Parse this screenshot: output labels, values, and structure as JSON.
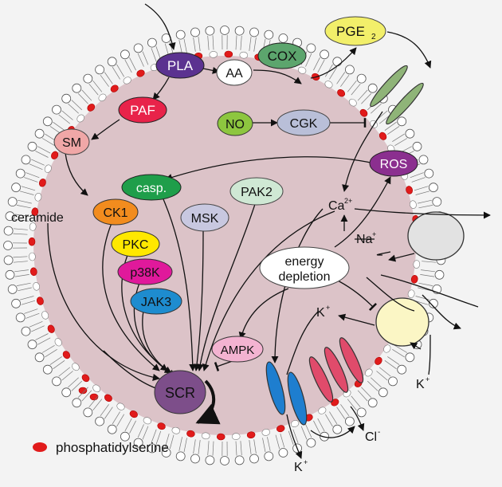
{
  "nodes": {
    "pla": "PLA",
    "aa": "AA",
    "cox": "COX",
    "pge2_main": "PGE",
    "pge2_sub": "2",
    "paf": "PAF",
    "sm": "SM",
    "no": "NO",
    "cgk": "CGK",
    "ros": "ROS",
    "casp": "casp.",
    "pak2": "PAK2",
    "ceramide": "ceramide",
    "ck1": "CK1",
    "msk": "MSK",
    "pkc": "PKC",
    "p38k": "p38K",
    "jak3": "JAK3",
    "ampk": "AMPK",
    "scr": "SCR",
    "energy_line1": "energy",
    "energy_line2": "depletion"
  },
  "ions": {
    "ca_main": "Ca",
    "ca_sup": "2+",
    "na_main": "Na",
    "na_sup": "+",
    "k_inner_main": "K",
    "k_inner_sup": "+",
    "k_outer_main": "K",
    "k_outer_sup": "+",
    "k_bottom_main": "K",
    "k_bottom_sup": "+",
    "cl_main": "Cl",
    "cl_sup": "-"
  },
  "legend": {
    "label": "phosphatidylserine"
  },
  "colors": {
    "background": "#f3f3f3",
    "cytoplasm": "#dcc3c8",
    "phosphatidylserine": "#e11b1b",
    "pla": "#5b3290",
    "cox": "#5ca56d",
    "pge2": "#f2ef6a",
    "paf": "#e8234a",
    "sm": "#f0a7a7",
    "no": "#8dc63f",
    "cgk": "#b9bfd8",
    "ros": "#8b2f8f",
    "casp": "#1f9e4a",
    "pak2": "#cfe8d4",
    "ck1": "#f28c1e",
    "msk": "#c8c8e0",
    "pkc": "#ffe800",
    "p38k": "#e0199b",
    "jak3": "#1e8ccf",
    "ampk": "#f3b3d1",
    "scr": "#7d4e8a",
    "channel_green": "#8fb478",
    "channel_blue": "#1e7ecf",
    "channel_red": "#e04b6b",
    "transporter_gray": "#e2e2e2",
    "transporter_yellow": "#fbf6c5"
  }
}
